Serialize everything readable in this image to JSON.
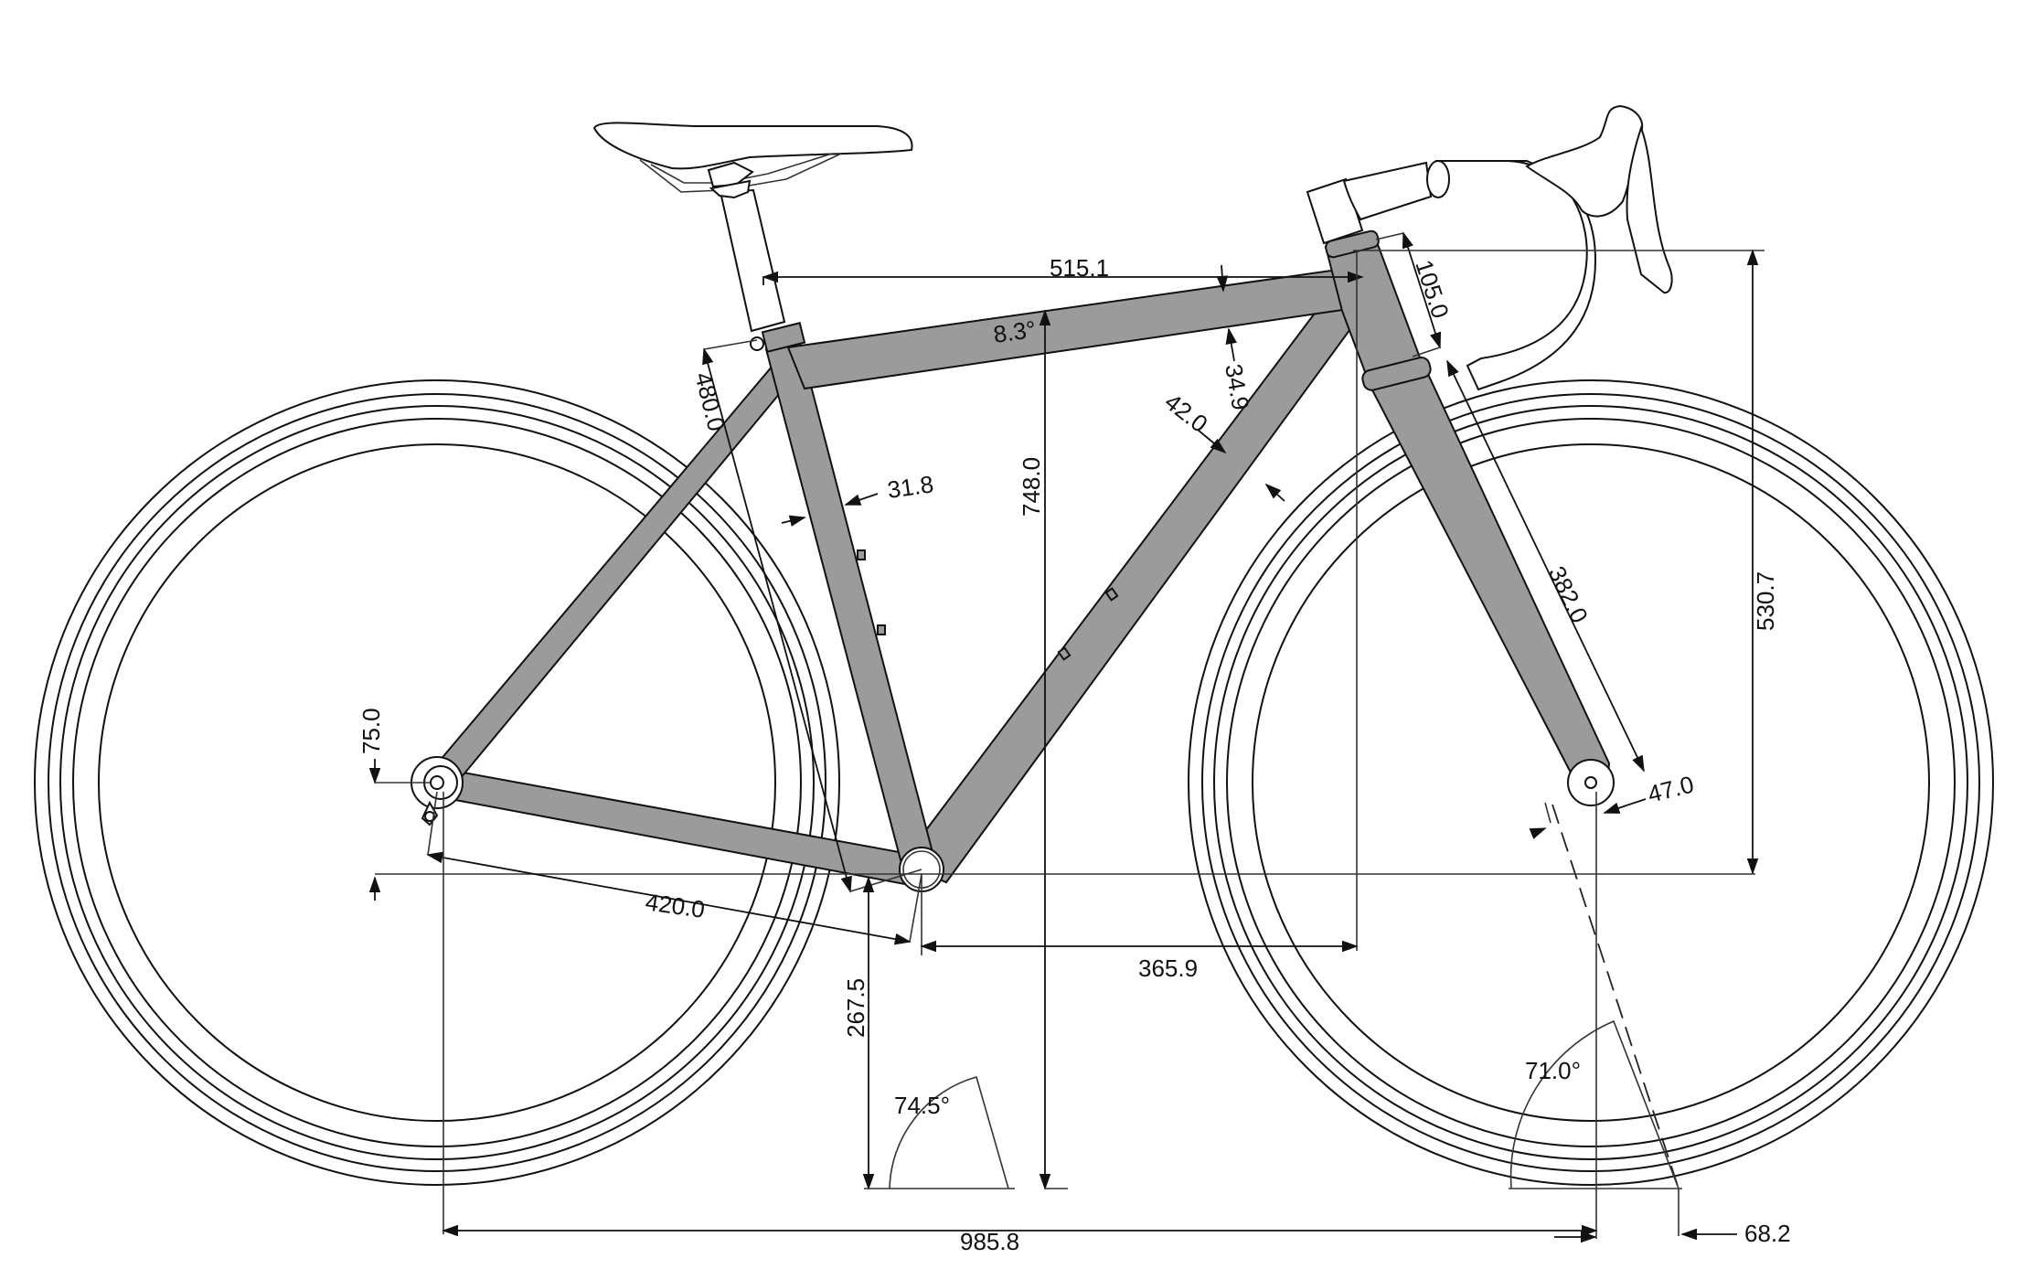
{
  "drawing": {
    "type": "bicycle-frame-geometry",
    "units": "mm / degrees",
    "tube_fill_color": "#9b9b9b",
    "line_color": "#111111"
  },
  "dimensions": {
    "top_tube_effective": "515.1",
    "top_tube_slope": "8.3°",
    "head_tube_length": "105.0",
    "top_tube_diameter": "34.9",
    "down_tube_diameter": "42.0",
    "seat_tube_length": "480.0",
    "seat_tube_diameter": "31.8",
    "standover": "748.0",
    "fork_length": "382.0",
    "stack": "530.7",
    "fork_offset": "47.0",
    "bb_drop": "75.0",
    "chainstay_length": "420.0",
    "bb_height": "267.5",
    "reach": "365.9",
    "seat_angle": "74.5°",
    "head_angle": "71.0°",
    "wheelbase": "985.8",
    "trail": "68.2"
  }
}
